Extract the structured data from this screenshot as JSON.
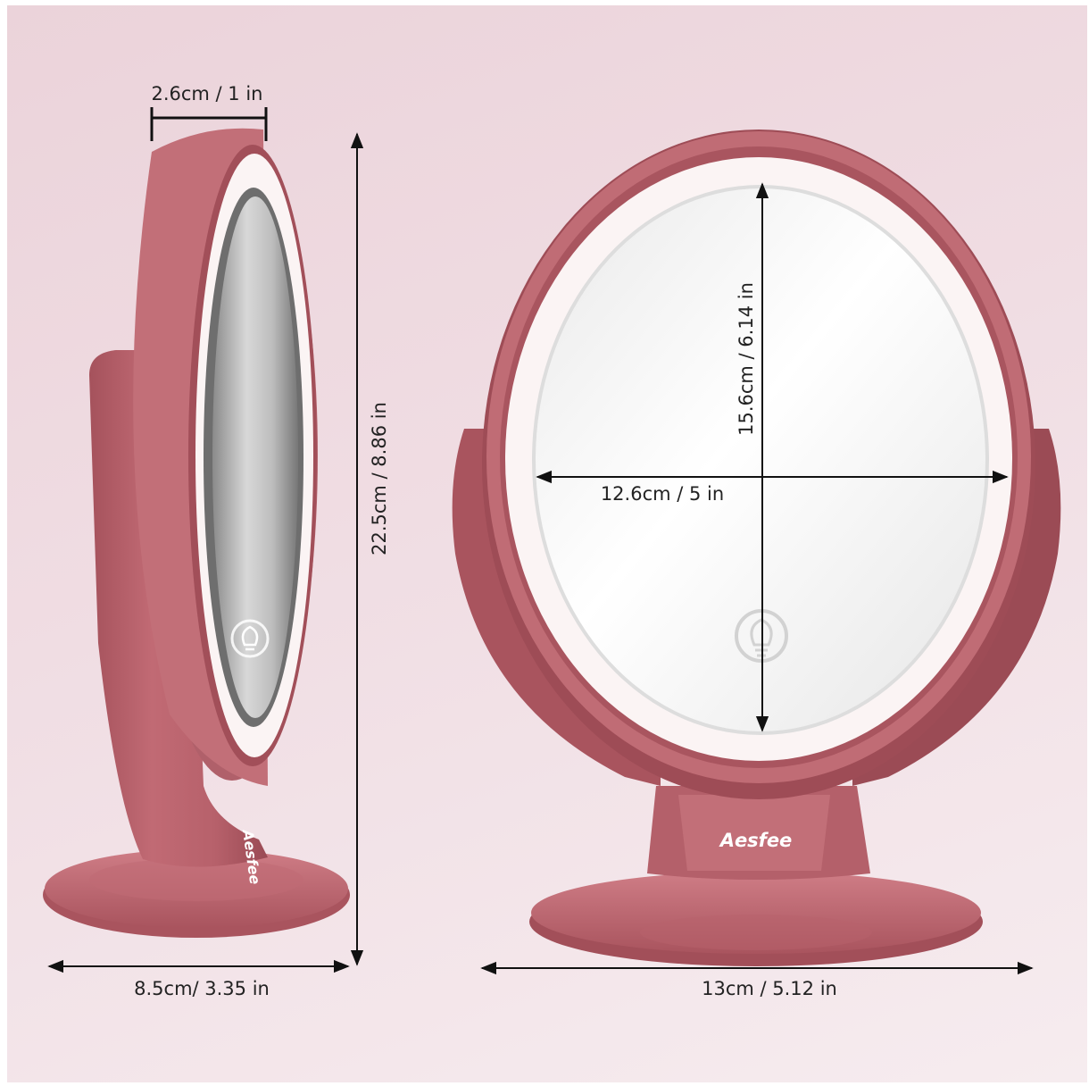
{
  "brand": "Aesfee",
  "dimensions": {
    "thickness": "2.6cm / 1 in",
    "height": "22.5cm / 8.86 in",
    "side_base_width": "8.5cm/ 3.35 in",
    "front_base_width": "13cm / 5.12 in",
    "mirror_width": "12.6cm / 5 in",
    "mirror_height": "15.6cm / 6.14 in"
  },
  "colors": {
    "body": "#b7616b",
    "body_dark": "#9b4b55",
    "body_light": "#cf8189",
    "light_ring": "#fbf4f4",
    "background": "#efdbe1"
  },
  "icons": [
    "light-bulb-icon"
  ]
}
